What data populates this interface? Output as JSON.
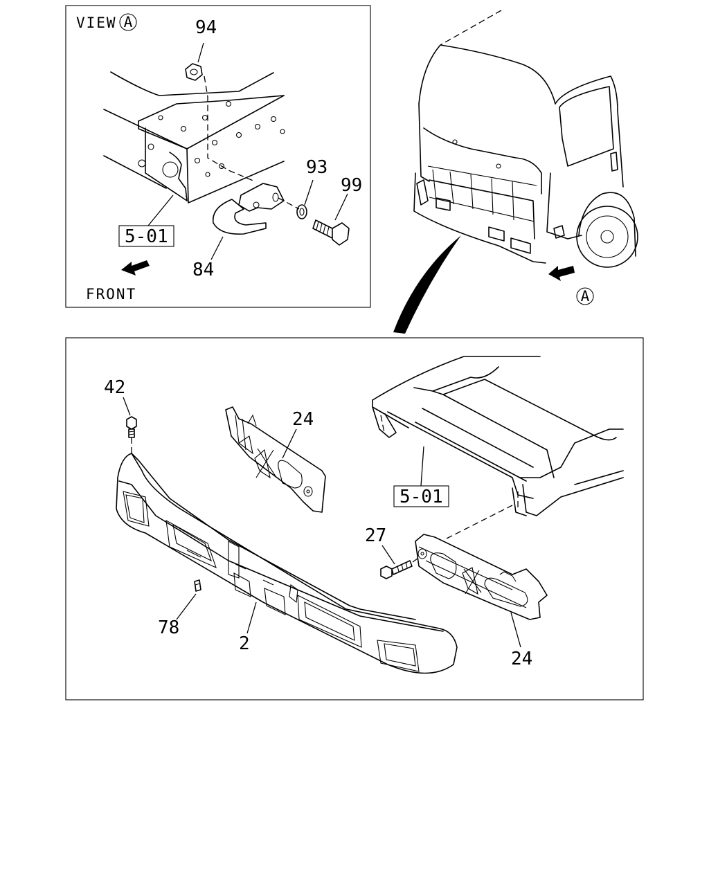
{
  "view_label": "VIEW",
  "view_ref": "A",
  "front_label": "FRONT",
  "arrow_ref": "A",
  "callouts": {
    "nut": "94",
    "washer": "93",
    "bolt_hook": "99",
    "tow_hook": "84",
    "frame_ref_top": "5-01",
    "bolt_bumper": "42",
    "bracket_left": "24",
    "frame_ref_bottom": "5-01",
    "bolt_bracket": "27",
    "clip": "78",
    "bumper": "2",
    "bracket_right": "24"
  }
}
